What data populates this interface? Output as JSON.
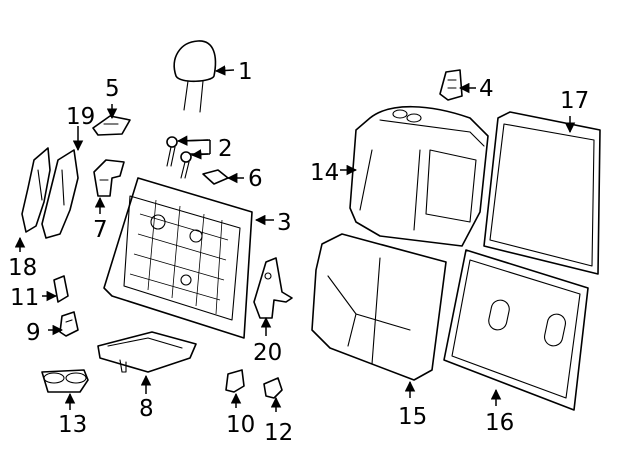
{
  "diagram": {
    "callouts": {
      "c1": "1",
      "c2": "2",
      "c3": "3",
      "c4": "4",
      "c5": "5",
      "c6": "6",
      "c7": "7",
      "c8": "8",
      "c9": "9",
      "c10": "10",
      "c11": "11",
      "c12": "12",
      "c13": "13",
      "c14": "14",
      "c15": "15",
      "c16": "16",
      "c17": "17",
      "c18": "18",
      "c19": "19",
      "c20": "20"
    },
    "line_color": "#000000",
    "background": "#ffffff"
  }
}
